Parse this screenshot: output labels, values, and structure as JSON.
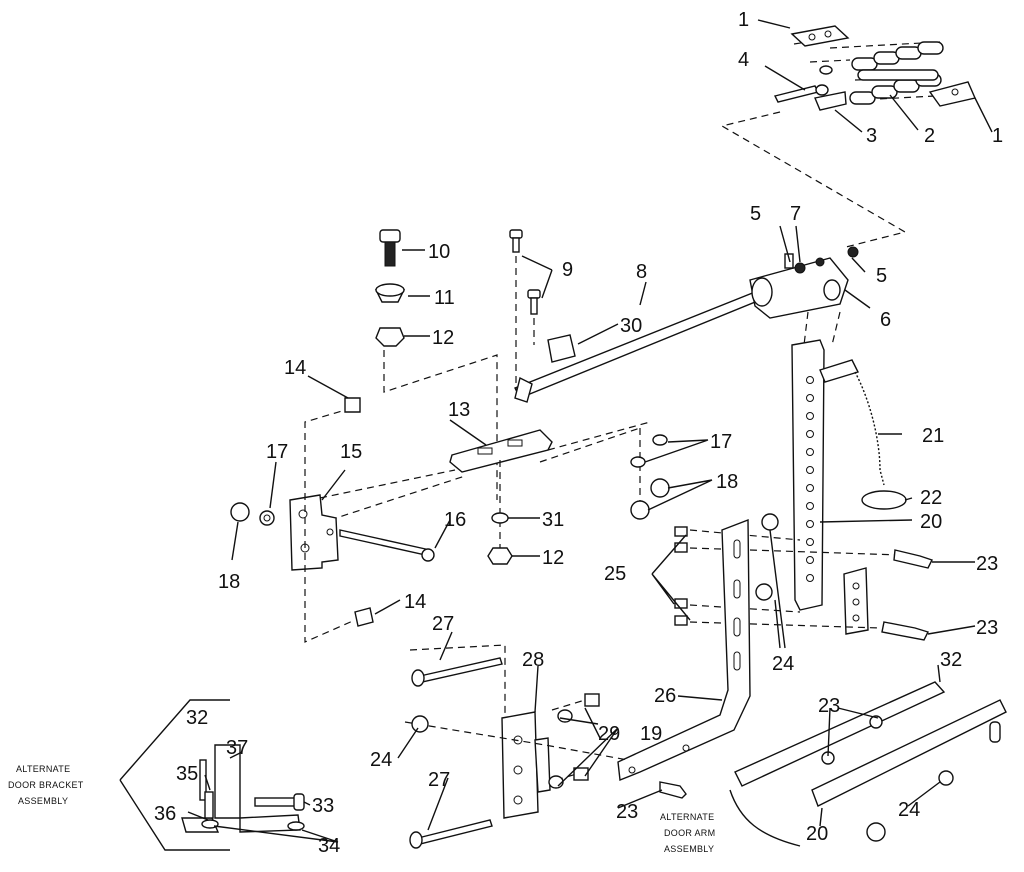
{
  "diagram": {
    "parts": {
      "p1a": "1",
      "p1b": "1",
      "p2": "2",
      "p3": "3",
      "p4": "4",
      "p5a": "5",
      "p5b": "5",
      "p6": "6",
      "p7": "7",
      "p8": "8",
      "p9": "9",
      "p10": "10",
      "p11": "11",
      "p12a": "12",
      "p12b": "12",
      "p13": "13",
      "p14a": "14",
      "p14b": "14",
      "p15": "15",
      "p16": "16",
      "p17a": "17",
      "p17b": "17",
      "p18a": "18",
      "p18b": "18",
      "p19": "19",
      "p20a": "20",
      "p20b": "20",
      "p21": "21",
      "p22": "22",
      "p23a": "23",
      "p23b": "23",
      "p23c": "23",
      "p23d": "23",
      "p24a": "24",
      "p24b": "24",
      "p24c": "24",
      "p25": "25",
      "p26": "26",
      "p27a": "27",
      "p27b": "27",
      "p28": "28",
      "p29": "29",
      "p30": "30",
      "p31": "31",
      "p32a": "32",
      "p32b": "32",
      "p33": "33",
      "p34": "34",
      "p35": "35",
      "p36": "36",
      "p37": "37"
    },
    "notes": {
      "bracket_1": "ALTERNATE",
      "bracket_2": "DOOR BRACKET",
      "bracket_3": "ASSEMBLY",
      "arm_1": "ALTERNATE",
      "arm_2": "DOOR ARM",
      "arm_3": "ASSEMBLY"
    }
  }
}
